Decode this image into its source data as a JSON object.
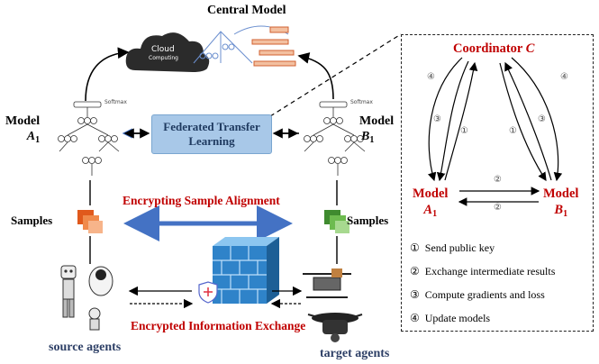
{
  "central_model": "Central Model",
  "cloud_label": "Cloud",
  "cloud_sublabel": "Computing",
  "softmax_label": "Softmax",
  "model_a": {
    "word": "Model",
    "letter": "A",
    "sub": "1"
  },
  "model_b": {
    "word": "Model",
    "letter": "B",
    "sub": "1"
  },
  "ftl": {
    "line1": "Federated Transfer",
    "line2": "Learning"
  },
  "samples_left": "Samples",
  "samples_right": "Samples",
  "encrypting_sample_alignment": "Encrypting Sample Alignment",
  "encrypted_information_exchange": "Encrypted Information Exchange",
  "source_agents": "source agents",
  "target_agents": "target agents",
  "panel": {
    "coordinator": "Coordinator",
    "coordinator_letter": "C",
    "arrow_labels": [
      "④",
      "③",
      "①",
      "①",
      "③",
      "④",
      "②",
      "②"
    ],
    "legend": [
      {
        "num": "①",
        "text": "Send public key"
      },
      {
        "num": "②",
        "text": "Exchange intermediate results"
      },
      {
        "num": "③",
        "text": "Compute gradients and loss"
      },
      {
        "num": "④",
        "text": "Update models"
      }
    ]
  },
  "colors": {
    "accent_red": "#c00000",
    "ftl_box": "#a8c8e8",
    "alignment_arrow": "#4472c4",
    "agent_labels": "#2d3f66"
  }
}
